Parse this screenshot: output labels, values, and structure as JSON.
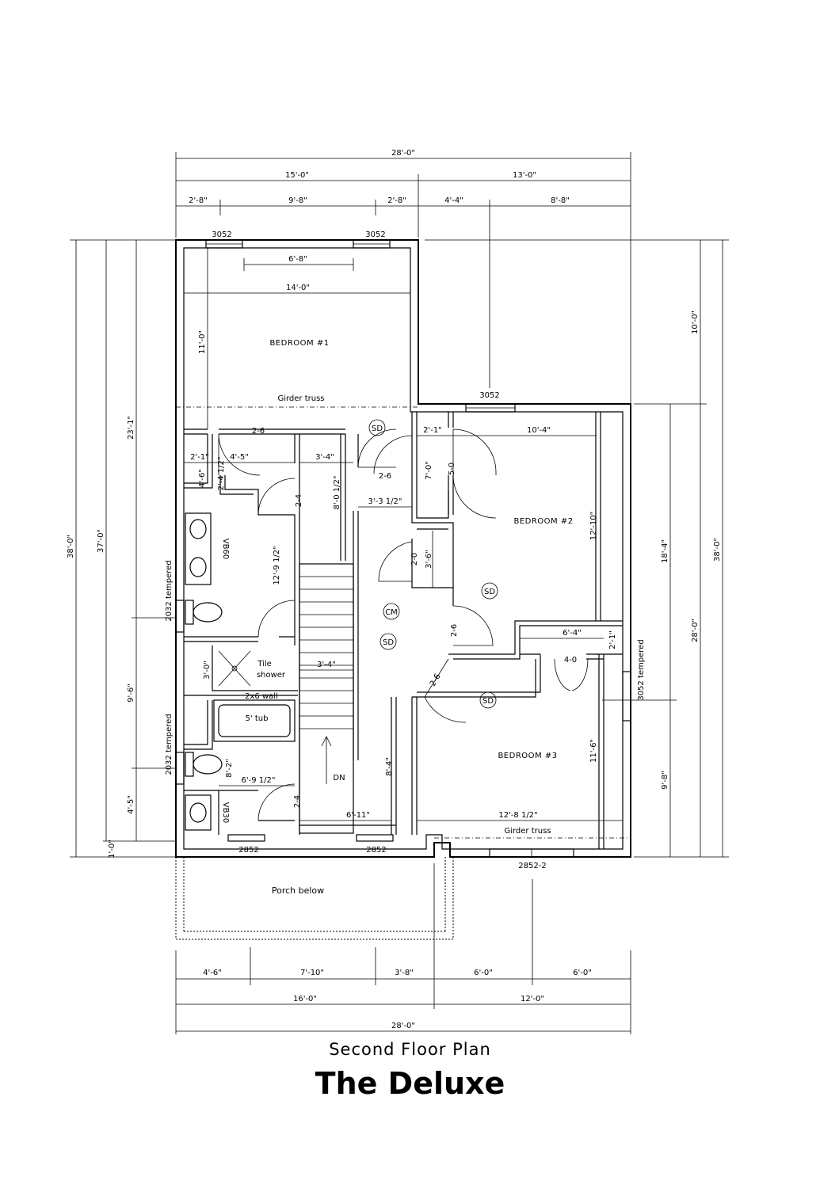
{
  "rooms": {
    "bedroom1": "BEDROOM #1",
    "bedroom2": "BEDROOM #2",
    "bedroom3": "BEDROOM #3",
    "porch": "Porch below"
  },
  "labels": {
    "girder_truss_top": "Girder truss",
    "girder_truss_bottom": "Girder truss",
    "tile": "Tile",
    "shower": "shower",
    "wall_2x6": "2x6 wall",
    "tub": "5' tub",
    "vanity_60": "VB60",
    "vanity_30": "VB30",
    "down": "DN",
    "sd": "SD",
    "cm": "CM",
    "tempered_upper": "2032 tempered",
    "tempered_lower": "2032 tempered",
    "tempered_right": "3052 tempered"
  },
  "windows": {
    "w3052": "3052",
    "w2852": "2852",
    "w2852_2": "2852-2"
  },
  "doors": {
    "d26": "2-6",
    "d24": "2-4",
    "d50": "5-0",
    "d20": "2-0",
    "d40": "4-0"
  },
  "dimensions": {
    "top_overall": "28'-0\"",
    "top_left": "15'-0\"",
    "top_right": "13'-0\"",
    "top_a": "2'-8\"",
    "top_b": "9'-8\"",
    "top_c": "2'-8\"",
    "top_d": "4'-4\"",
    "top_e": "8'-8\"",
    "bed1_inner": "6'-8\"",
    "bed1_width": "14'-0\"",
    "bed1_depth": "11'-0\"",
    "right_upper": "10'-0\"",
    "right_overall": "38'-0\"",
    "right_lower": "28'-0\"",
    "right_a": "18'-4\"",
    "right_b": "9'-8\"",
    "left_overall": "38'-0\"",
    "left_inner": "37'-0\"",
    "left_a": "23'-1\"",
    "left_b": "9'-6\"",
    "left_c": "4'-5\"",
    "left_d": "1'-0\"",
    "closet_w": "2'-1\"",
    "closet_h": "4'-6\"",
    "closet_h2": "2'-4 1/2\"",
    "hall_a": "4'-5\"",
    "hall_b": "3'-4\"",
    "stair_h": "8'-0 1/2\"",
    "hall_c": "3'-3 1/2\"",
    "bath_h": "12'-9 1/2\"",
    "shower_w": "3'-0\"",
    "stair_w": "3'-4\"",
    "tub_h": "8'-2\"",
    "bath2_w": "6'-9 1/2\"",
    "hall_low": "6'-11\"",
    "hall_low_h": "8'-4\"",
    "bed2_closet_w": "2'-1\"",
    "bed2_closet_h": "7'-0\"",
    "bed2_w": "10'-4\"",
    "bed2_h": "12'-10\"",
    "linen_h": "3'-6\"",
    "closet3_w": "6'-4\"",
    "closet3_h": "2'-1\"",
    "bed3_w": "12'-8 1/2\"",
    "bed3_h": "11'-6\"",
    "bot_a": "4'-6\"",
    "bot_b": "7'-10\"",
    "bot_c": "3'-8\"",
    "bot_d": "6'-0\"",
    "bot_e": "6'-0\"",
    "bot_left": "16'-0\"",
    "bot_right": "12'-0\"",
    "bot_overall": "28'-0\""
  },
  "title": {
    "subtitle": "Second Floor Plan",
    "name": "The Deluxe"
  }
}
